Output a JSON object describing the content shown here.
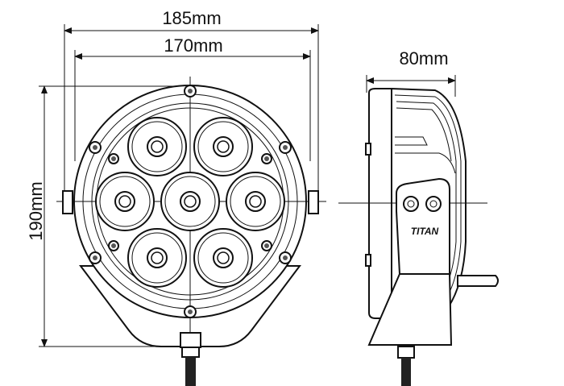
{
  "dimensions": {
    "outer_width": "185mm",
    "inner_width": "170mm",
    "height": "190mm",
    "depth": "80mm"
  },
  "brand": {
    "logo_text": "TITAN"
  },
  "colors": {
    "line": "#111111",
    "background": "#ffffff"
  }
}
